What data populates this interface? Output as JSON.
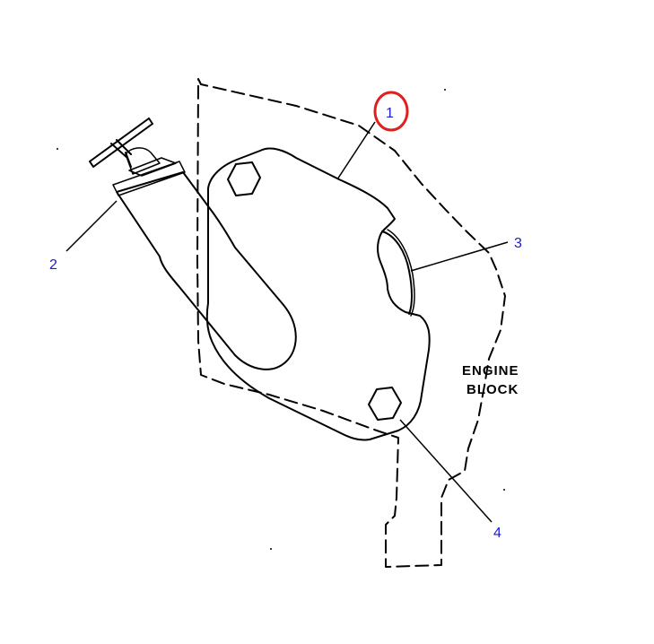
{
  "callouts": [
    {
      "id": "callout-1",
      "text": "1"
    },
    {
      "id": "callout-2",
      "text": "2"
    },
    {
      "id": "callout-3",
      "text": "3"
    },
    {
      "id": "callout-4",
      "text": "4"
    }
  ],
  "block_label": {
    "line1": "ENGINE",
    "line2": "BLOCK"
  },
  "colors": {
    "callout_text": "#1a1ad0",
    "highlight_ring": "#e02020",
    "linework": "#000000"
  }
}
